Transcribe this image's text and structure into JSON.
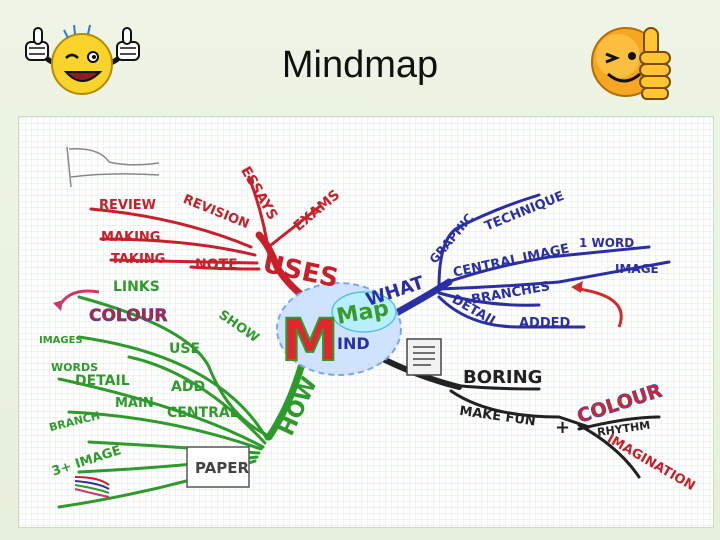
{
  "slide": {
    "title": "Mindmap"
  },
  "icons": {
    "left": "thumbs-up-winking-smiley-icon",
    "right": "winking-thumbs-up-smiley-icon"
  },
  "mindmap": {
    "center": {
      "line1": "M",
      "line2": "Map",
      "line3": "IND"
    },
    "uses": {
      "label": "USES",
      "items": [
        "ESSAYS",
        "EXAMS",
        "REVIEW",
        "REVISION",
        "MAKING",
        "TAKING",
        "NOTE"
      ]
    },
    "what": {
      "label": "WHAT",
      "items": [
        "GRAPHIC",
        "TECHNIQUE",
        "CENTRAL IMAGE",
        "1 WORD",
        "BRANCHES",
        "IMAGE",
        "DETAIL",
        "ADDED"
      ]
    },
    "how": {
      "label": "HOW",
      "items": [
        "LINKS",
        "COLOUR",
        "SHOW",
        "IMAGES",
        "WORDS",
        "USE",
        "DETAIL",
        "MAIN",
        "ADD",
        "BRANCH",
        "CENTRAL",
        "3+ IMAGE",
        "PAPER"
      ]
    },
    "why": {
      "items": [
        "BORING",
        "MAKE FUN",
        "+",
        "COLOUR",
        "RHYTHM",
        "IMAGINATION"
      ]
    }
  },
  "colors": {
    "uses": "#c8202a",
    "what": "#2b2fa6",
    "how": "#2f9a2c",
    "why": "#222222",
    "colour_c": "#d22",
    "colour_o": "#1d4fd6",
    "colour_l": "#2a9d2a",
    "colour_u": "#e08a00"
  }
}
